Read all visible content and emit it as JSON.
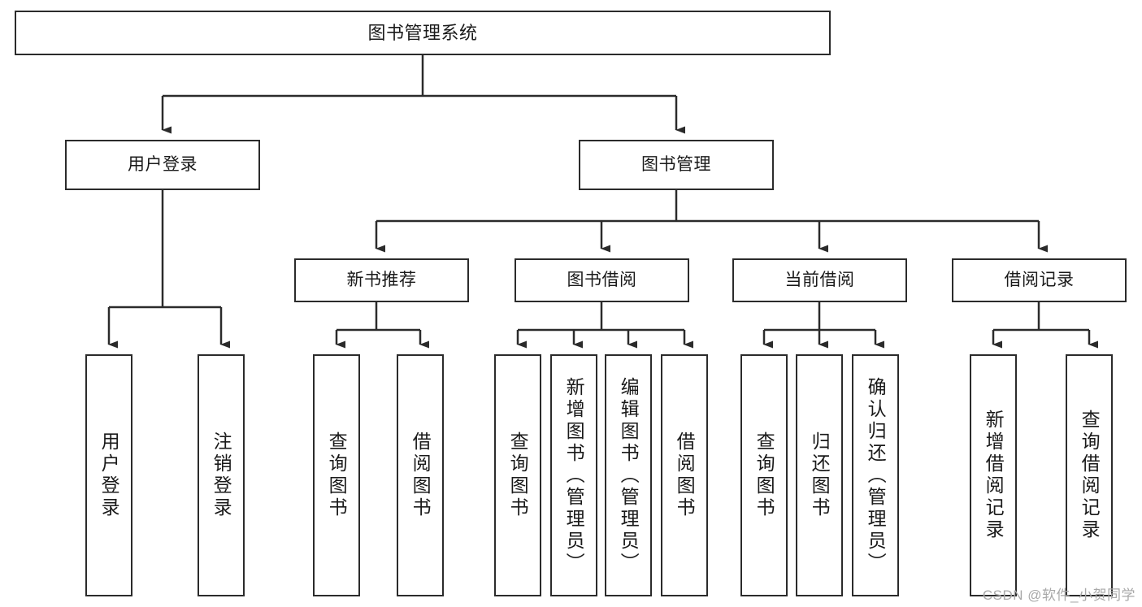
{
  "diagram": {
    "type": "tree-hierarchy",
    "title": "图书管理系统",
    "watermark": "CSDN @软件_小贺同学",
    "colors": {
      "border": "#2b2b2b",
      "background": "#ffffff",
      "text": "#1a1a1a",
      "watermark": "#a8a8a8"
    },
    "levels": {
      "root": {
        "label": "图书管理系统"
      },
      "level2": [
        {
          "label": "用户登录"
        },
        {
          "label": "图书管理"
        }
      ],
      "level3": [
        {
          "label": "新书推荐"
        },
        {
          "label": "图书借阅"
        },
        {
          "label": "当前借阅"
        },
        {
          "label": "借阅记录"
        }
      ],
      "leaves": [
        {
          "label": "用户登录",
          "parent": "用户登录"
        },
        {
          "label": "注销登录",
          "parent": "用户登录"
        },
        {
          "label": "查询图书",
          "parent": "新书推荐"
        },
        {
          "label": "借阅图书",
          "parent": "新书推荐"
        },
        {
          "label": "查询图书",
          "parent": "图书借阅"
        },
        {
          "label": "新增图书（管理员）",
          "parent": "图书借阅"
        },
        {
          "label": "编辑图书（管理员）",
          "parent": "图书借阅"
        },
        {
          "label": "借阅图书",
          "parent": "图书借阅"
        },
        {
          "label": "查询图书",
          "parent": "当前借阅"
        },
        {
          "label": "归还图书",
          "parent": "当前借阅"
        },
        {
          "label": "确认归还（管理员）",
          "parent": "当前借阅"
        },
        {
          "label": "新增借阅记录",
          "parent": "借阅记录"
        },
        {
          "label": "查询借阅记录",
          "parent": "借阅记录"
        }
      ]
    }
  }
}
